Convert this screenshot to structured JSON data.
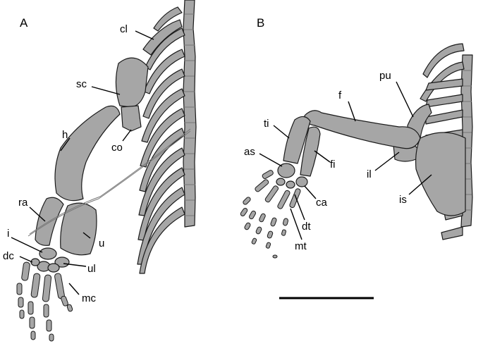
{
  "panels": {
    "a": "A",
    "b": "B"
  },
  "labels_a": {
    "cl": "cl",
    "sc": "sc",
    "h": "h",
    "co": "co",
    "ra": "ra",
    "u": "u",
    "i": "i",
    "dc": "dc",
    "ul": "ul",
    "mc": "mc"
  },
  "labels_b": {
    "pu": "pu",
    "f": "f",
    "ti": "ti",
    "as": "as",
    "fi": "fi",
    "il": "il",
    "is": "is",
    "ca": "ca",
    "dt": "dt",
    "mt": "mt"
  },
  "colors": {
    "bone_fill": "#a6a6a6",
    "outline": "#1a1a1a",
    "background": "#ffffff"
  }
}
